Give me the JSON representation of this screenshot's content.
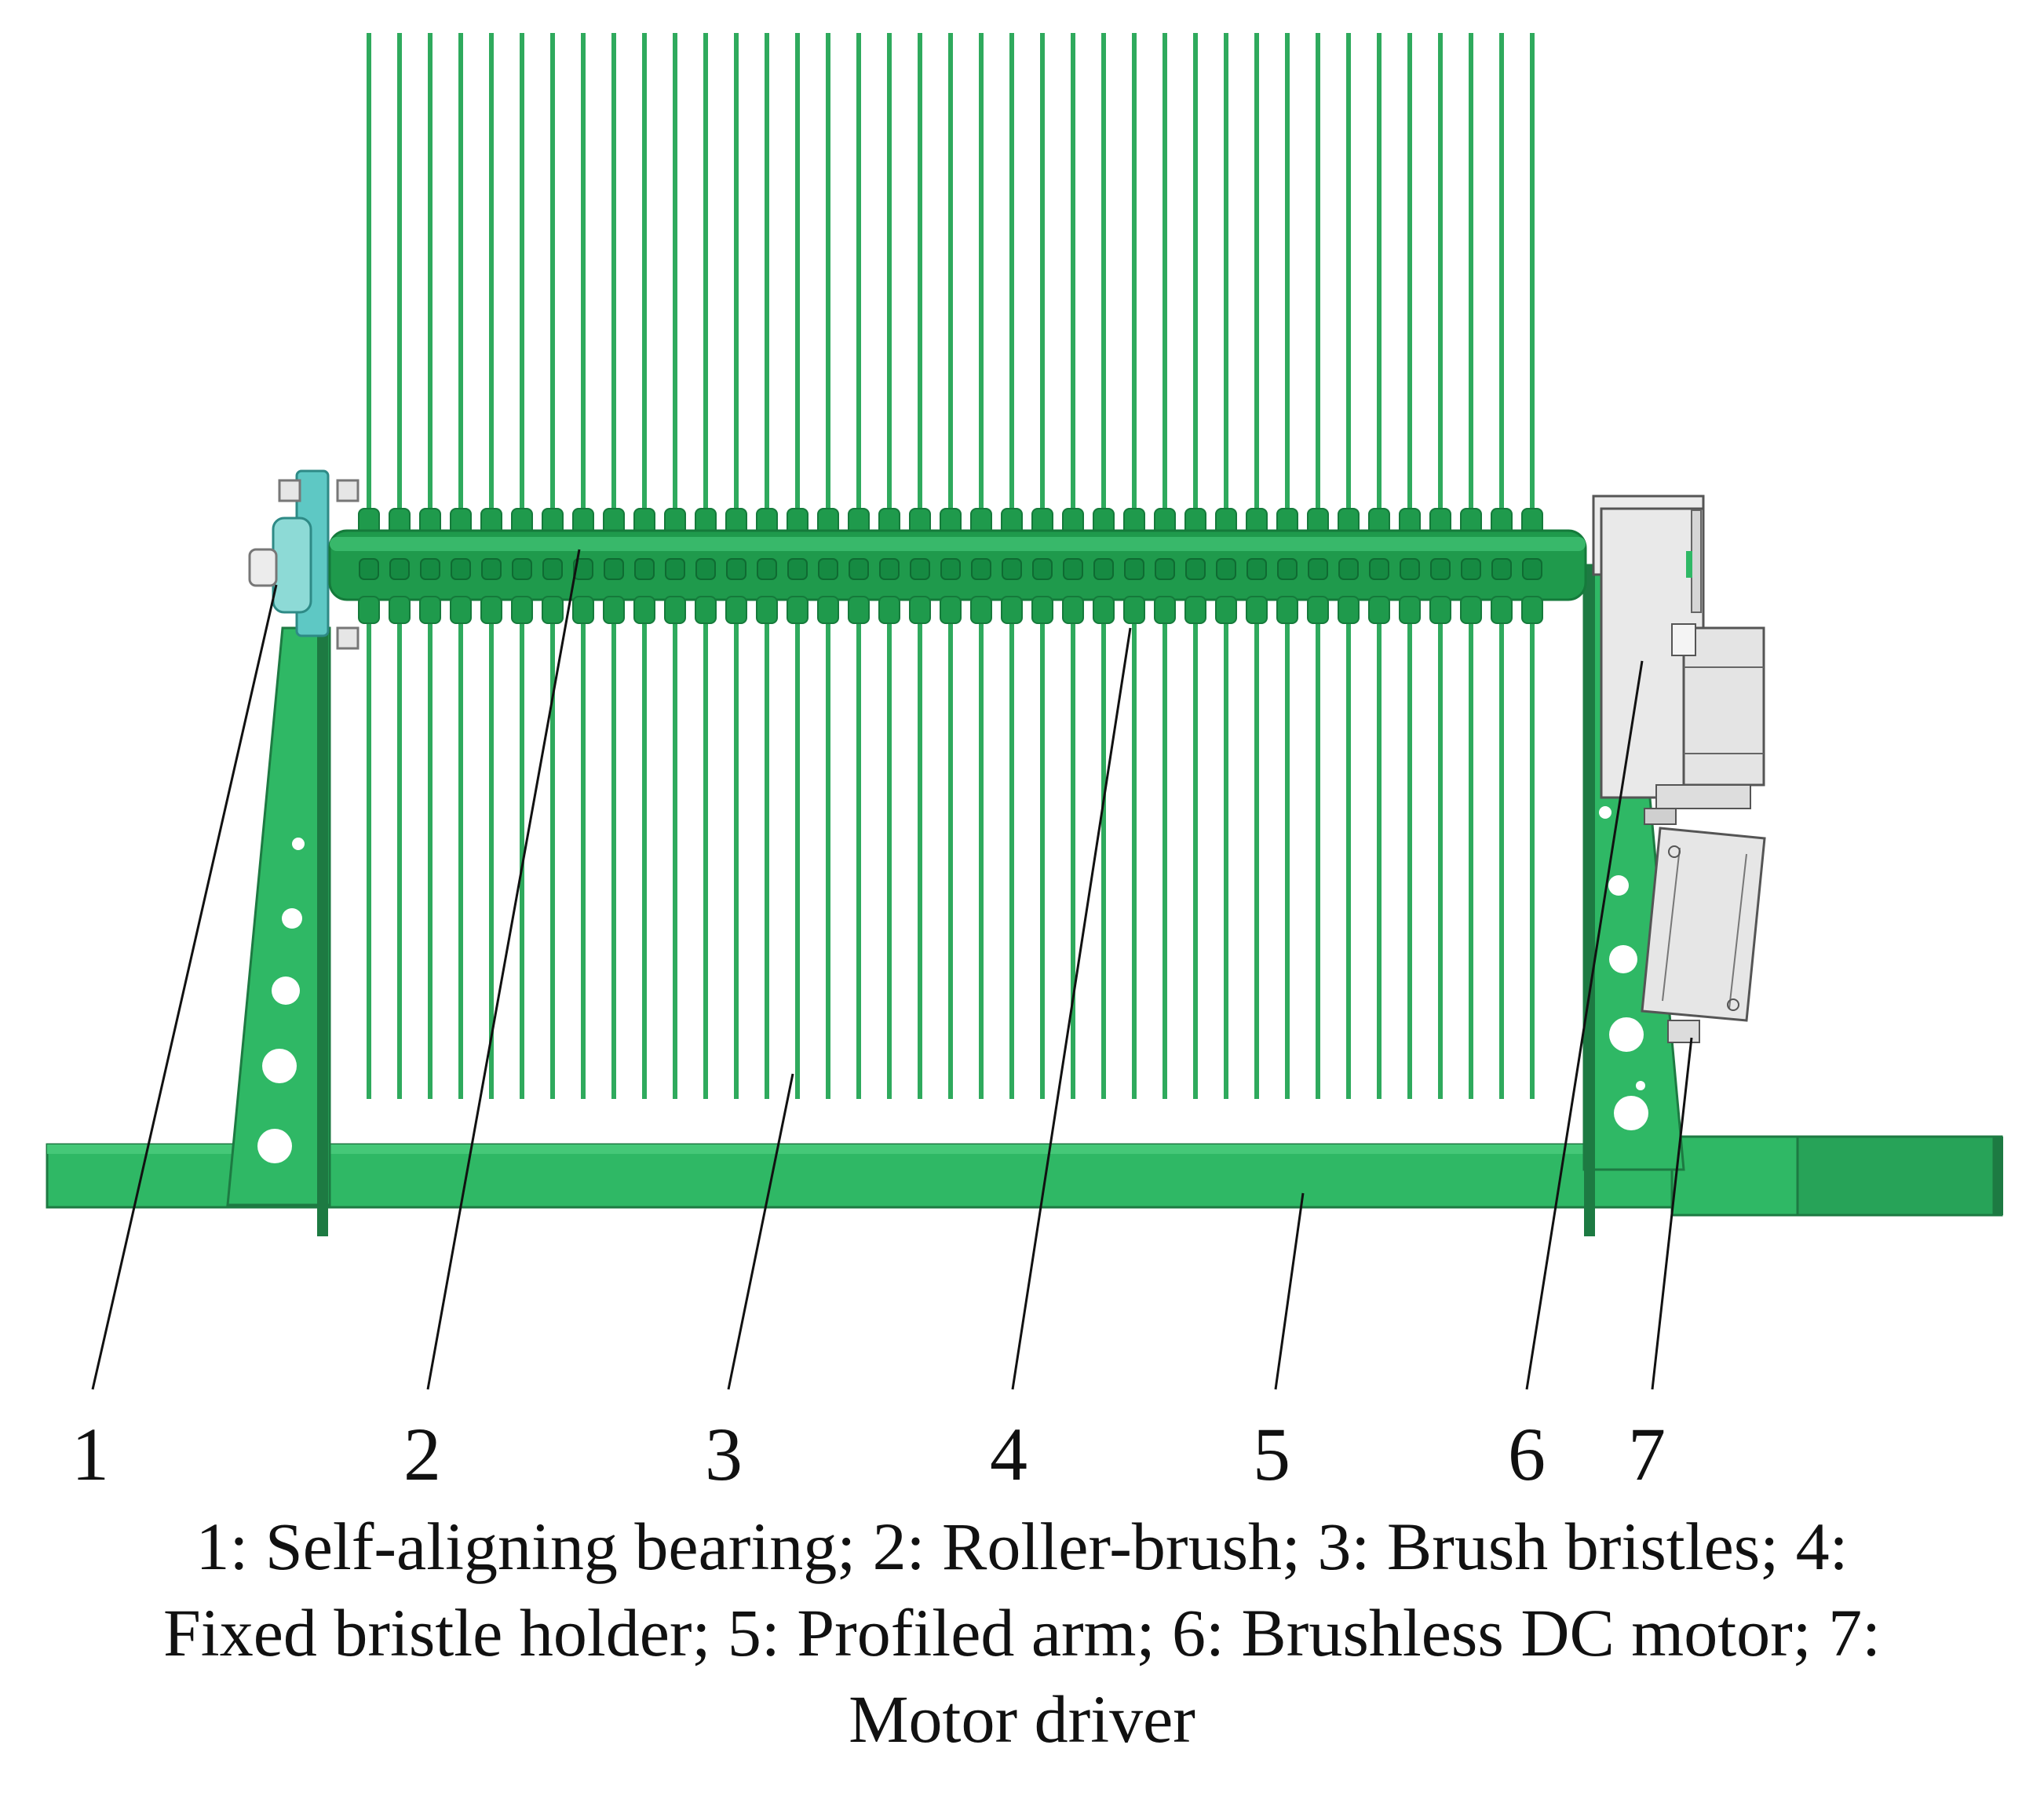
{
  "colors": {
    "frame_green": "#2fb865",
    "bristle_green": "#2faa5d",
    "roller_green": "#1f9a4c",
    "bearing_cyan": "#5ec8c4",
    "motor_grey": "#e2e2e2",
    "leader_line": "#111111"
  },
  "callouts": [
    "1",
    "2",
    "3",
    "4",
    "5",
    "6",
    "7"
  ],
  "caption": {
    "line1": "1: Self-aligning bearing; 2: Roller-brush; 3: Brush bristles; 4:",
    "line2": "Fixed bristle holder; 5: Profiled arm; 6: Brushless DC motor; 7:",
    "line3": "Motor driver"
  }
}
